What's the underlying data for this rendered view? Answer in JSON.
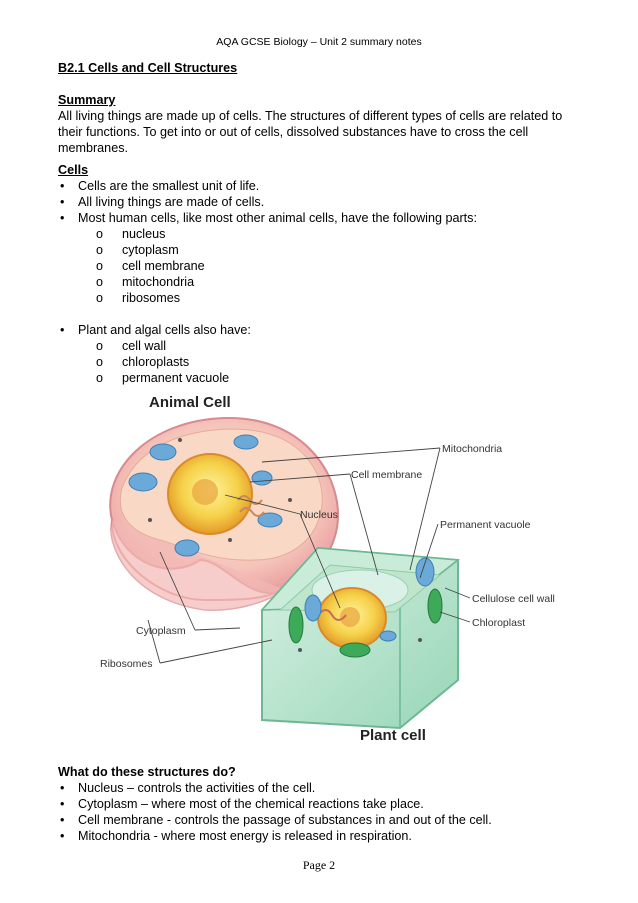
{
  "header": "AQA GCSE Biology – Unit 2 summary notes",
  "section_title": "B2.1 Cells and Cell Structures",
  "summary": {
    "heading": "Summary",
    "lines": [
      "All living things are made up of cells.  The structures of different types of cells are related to",
      "their functions.  To get into or out of cells, dissolved substances have to cross the cell",
      "membranes."
    ]
  },
  "cells": {
    "heading": "Cells",
    "bullets": [
      "Cells are the smallest unit of life.",
      "All living things are made of cells.",
      "Most human cells, like most other animal cells, have the following parts:"
    ],
    "animal_parts": [
      "nucleus",
      "cytoplasm",
      "cell membrane",
      "mitochondria",
      "ribosomes"
    ],
    "plant_bullet": "Plant and algal cells also have:",
    "plant_parts": [
      "cell wall",
      "chloroplasts",
      "permanent vacuole"
    ]
  },
  "diagram": {
    "animal_title": "Animal Cell",
    "plant_title": "Plant cell",
    "labels": {
      "mitochondria": "Mitochondria",
      "cell_membrane": "Cell membrane",
      "nucleus": "Nucleus",
      "permanent_vacuole": "Permanent vacuole",
      "cellulose_cell_wall": "Cellulose cell wall",
      "chloroplast": "Chloroplast",
      "cytoplasm": "Cytoplasm",
      "ribosomes": "Ribosomes"
    }
  },
  "functions": {
    "heading": "What do these structures do?",
    "bullets": [
      "Nucleus – controls the activities of the cell.",
      "Cytoplasm – where most of the chemical reactions take place.",
      "Cell membrane - controls the passage of substances in and out of the cell.",
      "Mitochondria - where most energy is released in respiration."
    ]
  },
  "footer": "Page 2"
}
